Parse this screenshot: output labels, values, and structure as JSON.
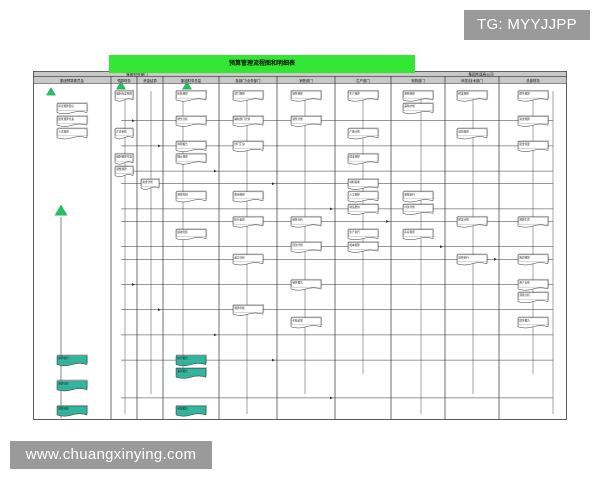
{
  "watermarks": {
    "top": "TG: MYYJJPP",
    "bottom": "www.chuangxinying.com"
  },
  "diagram": {
    "title": "预算管理流程图和明细表",
    "colors": {
      "title_bar": "#33e633",
      "header_fill": "#c8c8c8",
      "node_fill": "#ffffff",
      "node_stroke": "#333333",
      "highlight_node": "#2fb79f",
      "start_triangle": "#22c35e",
      "line": "#333333"
    },
    "group_headers": [
      "集团财务部门",
      "集团所属各公司"
    ],
    "lanes": [
      "集团预算委员会",
      "预算财务",
      "资金结算",
      "集团财务总监",
      "各部门/业务部门",
      "销售部门",
      "生产部门",
      "采购部门",
      "研发/技术部门",
      "总部财务"
    ],
    "nodes": [
      {
        "lane": 1,
        "row": 0,
        "text": "编制年度预算"
      },
      {
        "lane": 0,
        "row": 1,
        "text": "审议预算目标"
      },
      {
        "lane": 0,
        "row": 2,
        "text": "批准预算方案"
      },
      {
        "lane": 0,
        "row": 3,
        "text": "下达预算"
      },
      {
        "lane": 1,
        "row": 3,
        "text": "汇总审核"
      },
      {
        "lane": 1,
        "row": 5,
        "text": "编制预算草案"
      },
      {
        "lane": 1,
        "row": 6,
        "text": "调整预算"
      },
      {
        "lane": 2,
        "row": 7,
        "text": "资金计划"
      },
      {
        "lane": 3,
        "row": 0,
        "text": "审核预算"
      },
      {
        "lane": 3,
        "row": 2,
        "text": "财务分析"
      },
      {
        "lane": 3,
        "row": 4,
        "text": "预算报告"
      },
      {
        "lane": 3,
        "row": 5,
        "text": "确认预算"
      },
      {
        "lane": 3,
        "row": 8,
        "text": "预算控制"
      },
      {
        "lane": 3,
        "row": 11,
        "text": "绩效考核"
      },
      {
        "lane": 4,
        "row": 0,
        "text": "部门预算"
      },
      {
        "lane": 4,
        "row": 2,
        "text": "编制部门计划"
      },
      {
        "lane": 4,
        "row": 4,
        "text": "部门汇总"
      },
      {
        "lane": 4,
        "row": 8,
        "text": "费用预算"
      },
      {
        "lane": 4,
        "row": 10,
        "text": "执行反馈"
      },
      {
        "lane": 4,
        "row": 13,
        "text": "差异分析"
      },
      {
        "lane": 5,
        "row": 0,
        "text": "销售预算"
      },
      {
        "lane": 5,
        "row": 2,
        "text": "销售计划"
      },
      {
        "lane": 5,
        "row": 10,
        "text": "销售分析"
      },
      {
        "lane": 5,
        "row": 12,
        "text": "回款计划"
      },
      {
        "lane": 5,
        "row": 15,
        "text": "销售报告"
      },
      {
        "lane": 6,
        "row": 0,
        "text": "生产预算"
      },
      {
        "lane": 6,
        "row": 3,
        "text": "产量计划"
      },
      {
        "lane": 6,
        "row": 5,
        "text": "成本预算"
      },
      {
        "lane": 6,
        "row": 7,
        "text": "材料需求"
      },
      {
        "lane": 6,
        "row": 8,
        "text": "人工预算"
      },
      {
        "lane": 6,
        "row": 9,
        "text": "制造费用"
      },
      {
        "lane": 6,
        "row": 11,
        "text": "生产执行"
      },
      {
        "lane": 6,
        "row": 12,
        "text": "成本核算"
      },
      {
        "lane": 7,
        "row": 0,
        "text": "采购预算"
      },
      {
        "lane": 7,
        "row": 1,
        "text": "采购计划"
      },
      {
        "lane": 7,
        "row": 8,
        "text": "采购执行"
      },
      {
        "lane": 7,
        "row": 9,
        "text": "付款计划"
      },
      {
        "lane": 7,
        "row": 11,
        "text": "库存预算"
      },
      {
        "lane": 8,
        "row": 0,
        "text": "研发预算"
      },
      {
        "lane": 8,
        "row": 3,
        "text": "项目预算"
      },
      {
        "lane": 8,
        "row": 10,
        "text": "研发计划"
      },
      {
        "lane": 8,
        "row": 13,
        "text": "项目执行"
      },
      {
        "lane": 9,
        "row": 0,
        "text": "财务预算"
      },
      {
        "lane": 9,
        "row": 2,
        "text": "资金预算"
      },
      {
        "lane": 9,
        "row": 4,
        "text": "现金流量"
      },
      {
        "lane": 9,
        "row": 10,
        "text": "预算汇总"
      },
      {
        "lane": 9,
        "row": 13,
        "text": "利润预算"
      },
      {
        "lane": 9,
        "row": 15,
        "text": "资产负债"
      },
      {
        "lane": 9,
        "row": 16,
        "text": "预算分析"
      },
      {
        "lane": 9,
        "row": 18,
        "text": "财务报告"
      },
      {
        "lane": 4,
        "row": 17,
        "text": "预算考核"
      },
      {
        "lane": 5,
        "row": 18,
        "text": "考核结果"
      }
    ],
    "highlight_nodes": [
      {
        "lane": 0,
        "row": 21,
        "text": "预算执行"
      },
      {
        "lane": 0,
        "row": 23,
        "text": "预算分析"
      },
      {
        "lane": 0,
        "row": 25,
        "text": "预算考核"
      },
      {
        "lane": 3,
        "row": 21,
        "text": "执行报告"
      },
      {
        "lane": 3,
        "row": 22,
        "text": "差异报告"
      },
      {
        "lane": 3,
        "row": 25,
        "text": "考核报告"
      }
    ]
  }
}
